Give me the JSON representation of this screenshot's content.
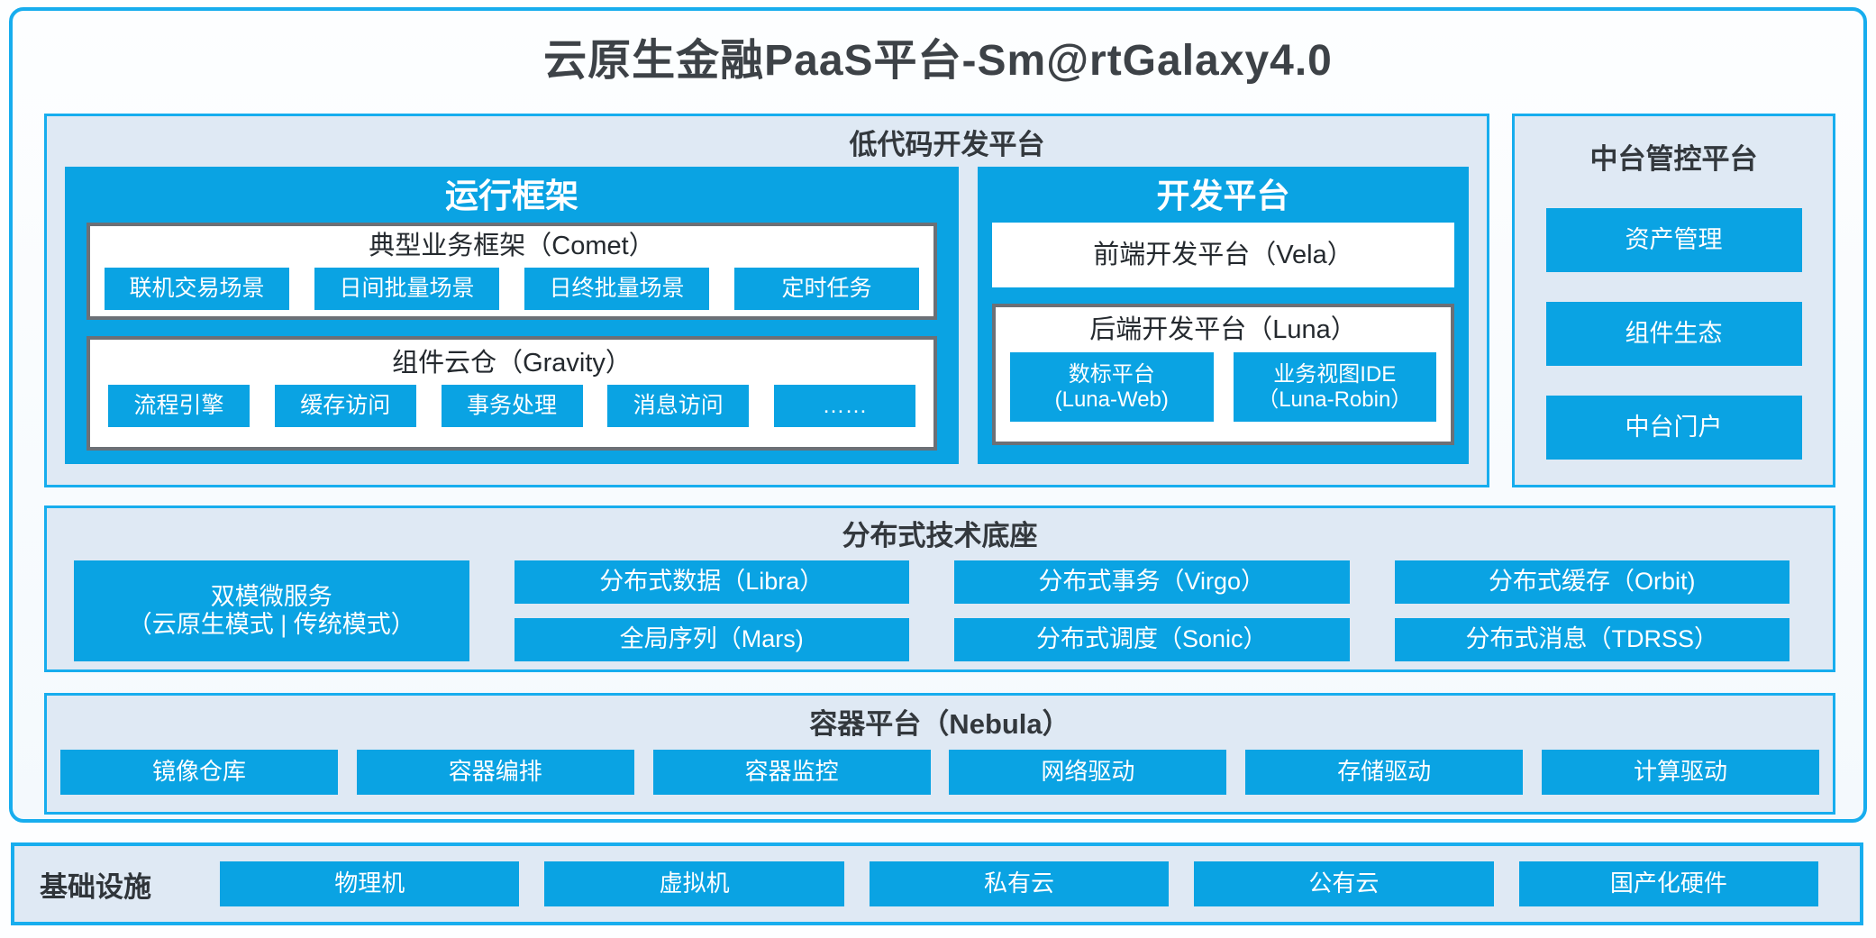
{
  "title": "云原生金融PaaS平台-Sm@rtGalaxy4.0",
  "colors": {
    "accent_blue": "#0AA3E3",
    "border_blue": "#17ADEE",
    "panel_bg": "#DFE9F4",
    "gray_border": "#6C7076",
    "dark_text": "#33383d"
  },
  "lowcode": {
    "title": "低代码开发平台",
    "runtime": {
      "title": "运行框架",
      "comet": {
        "label": "典型业务框架（Comet）",
        "items": [
          "联机交易场景",
          "日间批量场景",
          "日终批量场景",
          "定时任务"
        ]
      },
      "gravity": {
        "label": "组件云仓（Gravity）",
        "items": [
          "流程引擎",
          "缓存访问",
          "事务处理",
          "消息访问",
          "……"
        ]
      }
    },
    "dev": {
      "title": "开发平台",
      "vela": {
        "label": "前端开发平台（Vela）"
      },
      "luna": {
        "label": "后端开发平台（Luna）",
        "items": [
          {
            "line1": "数标平台",
            "line2": "(Luna-Web)"
          },
          {
            "line1": "业务视图IDE",
            "line2": "（Luna-Robin）"
          }
        ]
      }
    }
  },
  "midplatform": {
    "title": "中台管控平台",
    "items": [
      "资产管理",
      "组件生态",
      "中台门户"
    ]
  },
  "distributed": {
    "title": "分布式技术底座",
    "dual_mode": {
      "line1": "双模微服务",
      "line2": "（云原生模式 | 传统模式）"
    },
    "grid": [
      "分布式数据（Libra）",
      "分布式事务（Virgo）",
      "分布式缓存（Orbit)",
      "全局序列（Mars)",
      "分布式调度（Sonic）",
      "分布式消息（TDRSS）"
    ]
  },
  "container": {
    "title": "容器平台（Nebula）",
    "items": [
      "镜像仓库",
      "容器编排",
      "容器监控",
      "网络驱动",
      "存储驱动",
      "计算驱动"
    ]
  },
  "infrastructure": {
    "title": "基础设施",
    "items": [
      "物理机",
      "虚拟机",
      "私有云",
      "公有云",
      "国产化硬件"
    ]
  }
}
